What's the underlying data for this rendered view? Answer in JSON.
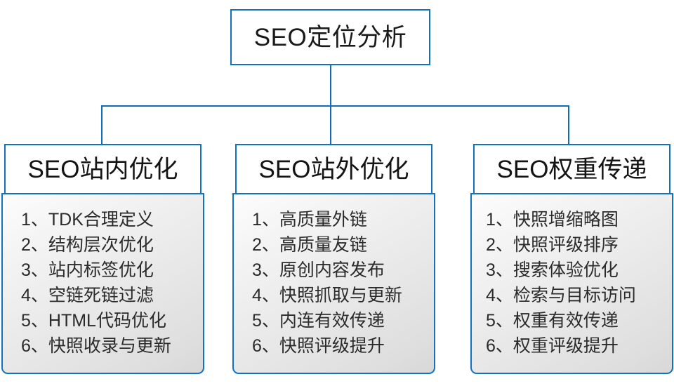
{
  "diagram": {
    "type": "org-tree",
    "root": {
      "label": "SEO定位分析"
    },
    "accent_color": "#1072c0",
    "line_color": "#0c6ebd",
    "branches": [
      {
        "header": "SEO站内优化",
        "items": [
          "1、TDK合理定义",
          "2、结构层次优化",
          "3、站内标签优化",
          "4、空链死链过滤",
          "5、HTML代码优化",
          "6、快照收录与更新"
        ]
      },
      {
        "header": "SEO站外优化",
        "items": [
          "1、高质量外链",
          "2、高质量友链",
          "3、原创内容发布",
          "4、快照抓取与更新",
          "5、内连有效传递",
          "6、快照评级提升"
        ]
      },
      {
        "header": "SEO权重传递",
        "items": [
          "1、快照增缩略图",
          "2、快照评级排序",
          "3、搜索体验优化",
          "4、检索与目标访问",
          "5、权重有效传递",
          "6、权重评级提升"
        ]
      }
    ]
  }
}
